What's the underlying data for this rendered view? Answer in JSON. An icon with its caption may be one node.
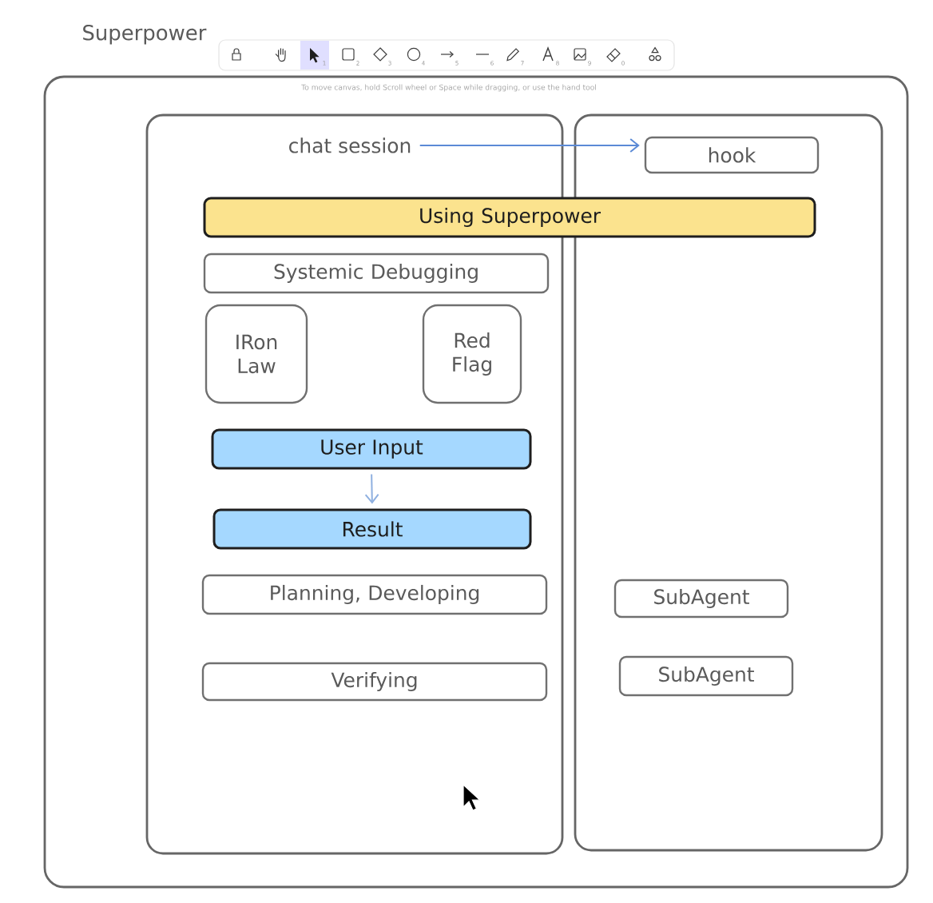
{
  "diagram": {
    "nodes": [
      {
        "text": [
          "Superpower"
        ]
      },
      {
        "text": [],
        "shape": "box",
        "in": 0
      },
      {
        "text": [],
        "shape": "box",
        "in": 0
      },
      {
        "text": [
          "chat session"
        ],
        "in": 1
      },
      {
        "text": [
          "hook"
        ],
        "in": 2
      },
      {
        "text": [
          "Using Superpower"
        ],
        "in": 0
      },
      {
        "text": [
          "Systemic Debugging"
        ],
        "in": 1
      },
      {
        "text": [
          "IRon Law"
        ],
        "in": 1
      },
      {
        "text": [
          "Red Flag"
        ],
        "in": 1
      },
      {
        "text": [
          "User Input"
        ],
        "in": 1
      },
      {
        "text": [
          "Result"
        ],
        "in": 1
      },
      {
        "text": [
          "Planning, Developing"
        ],
        "in": 1
      },
      {
        "text": [
          "Verifying"
        ],
        "in": 1
      },
      {
        "text": [
          "SubAgent"
        ],
        "in": 2
      },
      {
        "text": [
          "SubAgent"
        ],
        "in": 2
      }
    ],
    "edges": [
      {
        "from": 3,
        "to": 4,
        "arrow": "to",
        "color": "#5b8ad6"
      },
      {
        "from": 9,
        "to": 10,
        "arrow": "to",
        "color": "#8fb0e0"
      }
    ],
    "labels": [
      "1",
      "2",
      "3",
      "4",
      "5",
      "6",
      "7",
      "8",
      "9",
      "0",
      "To move canvas, hold Scroll wheel or Space while dragging, or use the hand tool"
    ]
  }
}
